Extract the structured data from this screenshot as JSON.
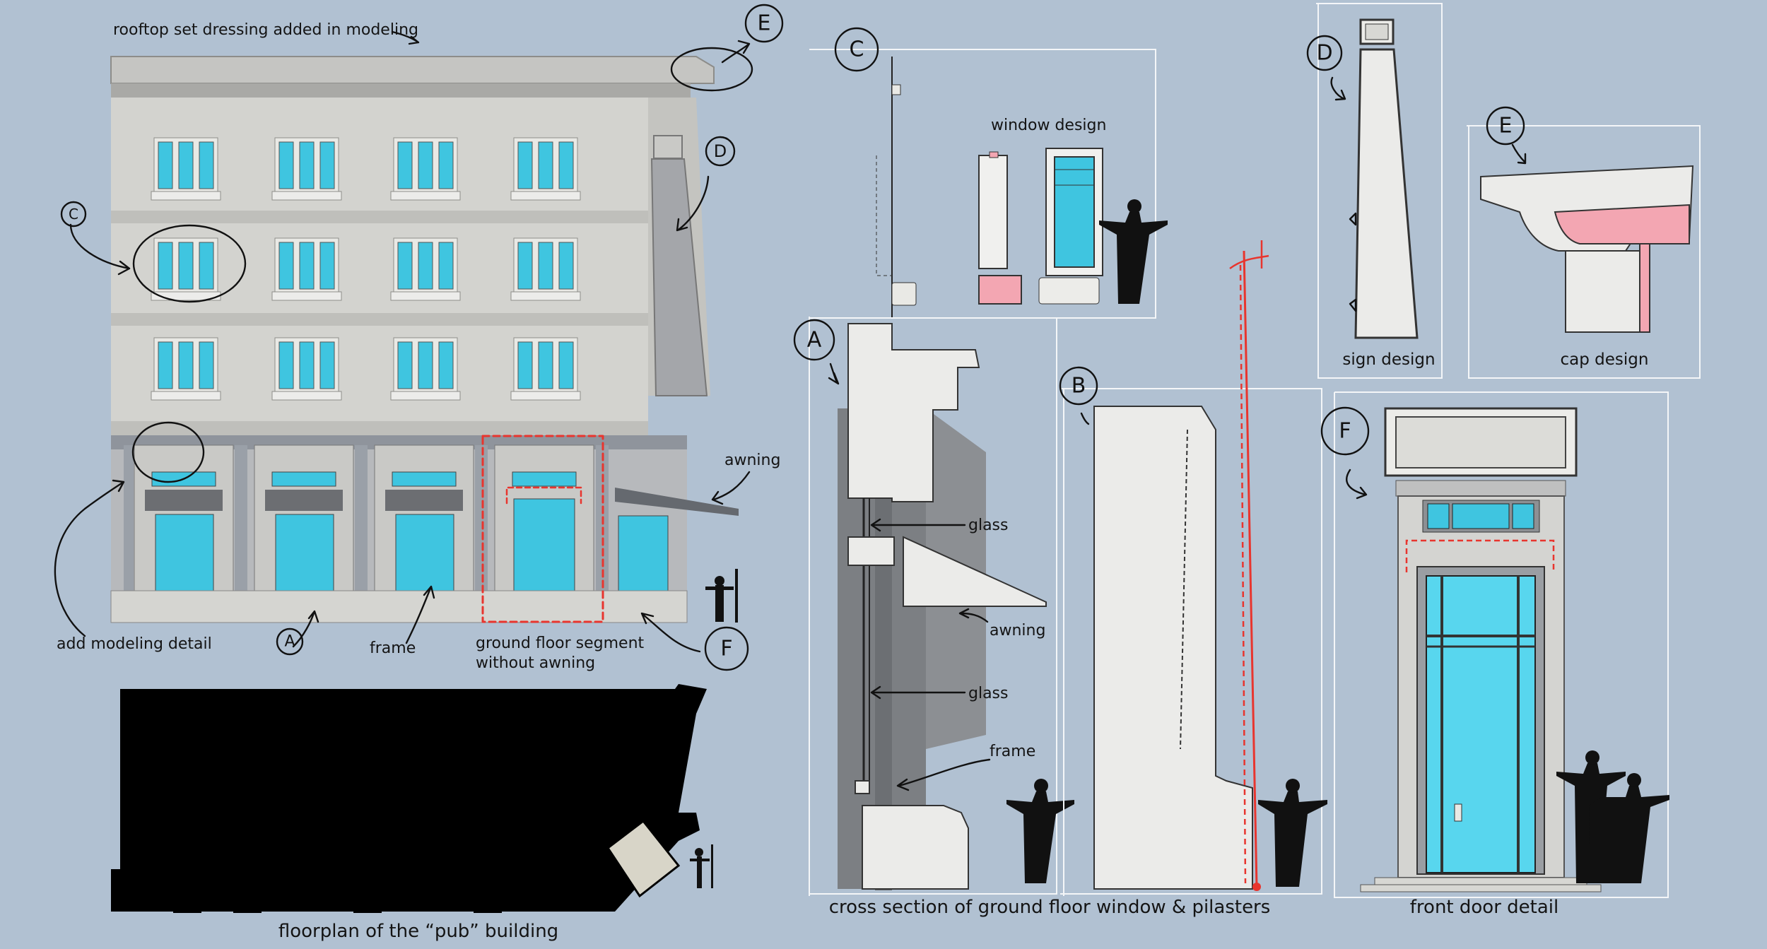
{
  "labels": {
    "rooftop": "rooftop set dressing added in modeling",
    "add_detail": "add modeling detail",
    "frame_a": "frame",
    "ground_segment_1": "ground floor segment",
    "ground_segment_2": "without awning",
    "awning_a": "awning",
    "floorplan": "floorplan of the “pub” building",
    "window_design": "window design",
    "glass_1": "glass",
    "awning_b": "awning",
    "glass_2": "glass",
    "frame_b": "frame",
    "cross_section": "cross section of ground floor window & pilasters",
    "sign_design": "sign design",
    "cap_design": "cap design",
    "front_door": "front door detail"
  },
  "callouts": [
    "A",
    "B",
    "C",
    "D",
    "E",
    "F"
  ],
  "colors": {
    "background": "#b1c1d2",
    "facade": "#d3d3cf",
    "glass": "#58d6ee",
    "highlight": "#f3a6b2",
    "guide_red": "#e8352e"
  }
}
